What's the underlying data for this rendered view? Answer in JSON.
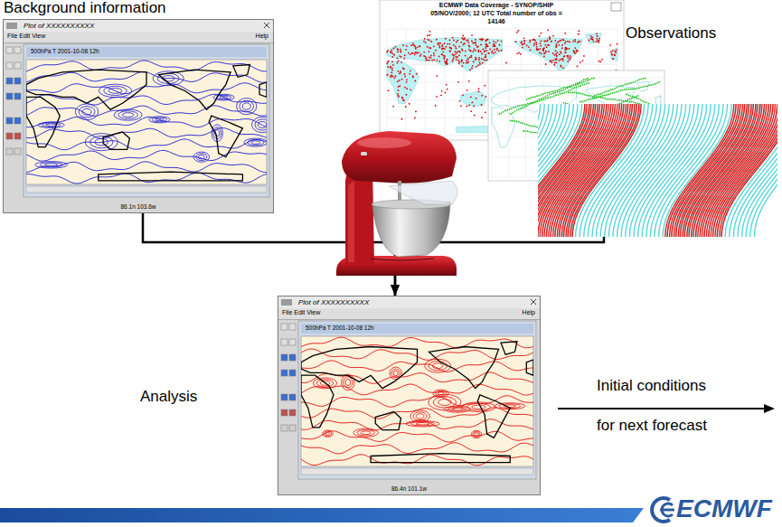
{
  "diagram": {
    "nodes": [
      {
        "text": [
          "Plot of XXXXXXXXXX",
          "File Edit View",
          "Help",
          "500hPa T 2001-10-08 12h",
          "86.1n 103.6w"
        ]
      },
      {
        "text": [
          "ECMWF Data Coverage - SYNOP/SHIP 05/NOV/2000; 12 UTC Total number of obs = 14146"
        ]
      },
      {
        "text": [
          "Plot of XXXXXXXXXX",
          "File Edit View",
          "Help",
          "500hPa T 2001-10-08 12h",
          "86.4n 101.1w"
        ]
      }
    ],
    "edges": [
      {
        "from": 0,
        "to": 2,
        "arrow": "to"
      },
      {
        "from": 1,
        "to": 2,
        "arrow": "to"
      }
    ],
    "labels": [
      "Background information",
      "Observations",
      "Analysis",
      "Initial conditions",
      "for next forecast",
      "ECMWF"
    ]
  }
}
